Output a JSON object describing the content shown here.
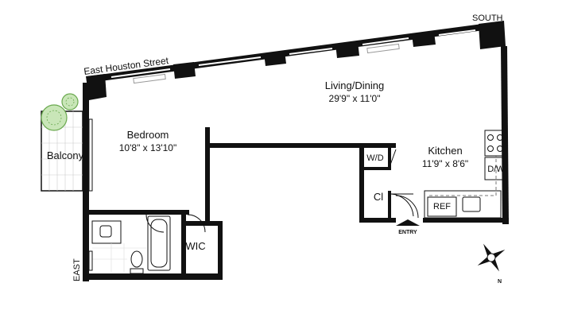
{
  "plan": {
    "streets": {
      "north_side": "East Houston Street",
      "south_corner": "SOUTH",
      "east_side": "EAST"
    },
    "rooms": {
      "living": {
        "name": "Living/Dining",
        "size": "29'9\" x 11'0\""
      },
      "bedroom": {
        "name": "Bedroom",
        "size": "10'8\" x 13'10\""
      },
      "kitchen": {
        "name": "Kitchen",
        "size": "11'9\" x 8'6\""
      },
      "balcony": {
        "name": "Balcony"
      },
      "wic": {
        "name": "WIC"
      },
      "closet": {
        "name": "Cl"
      },
      "washer_dryer": {
        "name": "W/D"
      },
      "dishwasher": {
        "name": "D/W"
      },
      "refrigerator": {
        "name": "REF"
      }
    },
    "entry_label": "ENTRY",
    "compass_label": "N"
  }
}
